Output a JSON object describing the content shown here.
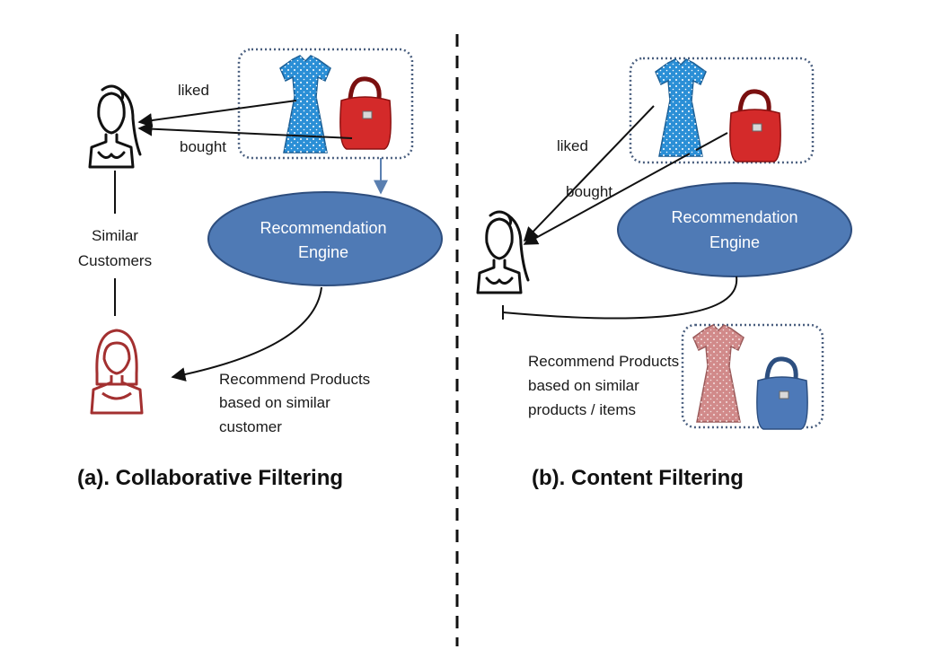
{
  "collaborative": {
    "liked_label": "liked",
    "bought_label": "bought",
    "similar_line1": "Similar",
    "similar_line2": "Customers",
    "engine_line1": "Recommendation",
    "engine_line2": "Engine",
    "recommend_line1": "Recommend Products",
    "recommend_line2": "based on similar",
    "recommend_line3": "customer",
    "title": "(a). Collaborative Filtering"
  },
  "content": {
    "liked_label": "liked",
    "bought_label": "bought",
    "engine_line1": "Recommendation",
    "engine_line2": "Engine",
    "recommend_line1": "Recommend Products",
    "recommend_line2": "based on similar",
    "recommend_line3": "products / items",
    "title": "(b). Content Filtering"
  },
  "colors": {
    "engine_fill": "#4f7ab5",
    "dress_blue": "#2b8fd6",
    "bag_red": "#d42a2a",
    "dress_pink": "#d18a8a",
    "bag_blue": "#4d79b8",
    "user_red": "#a33030",
    "box_border": "#4a5f7f"
  }
}
